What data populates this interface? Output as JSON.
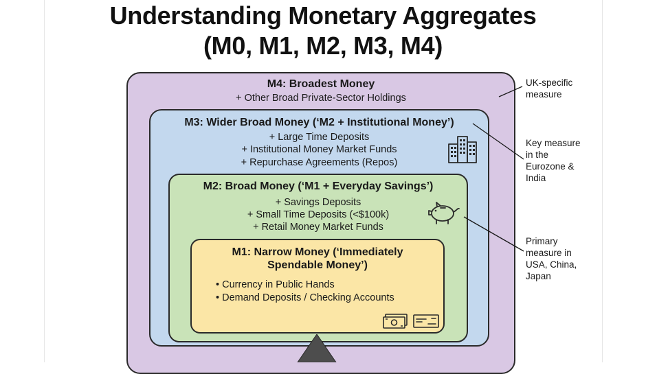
{
  "title": {
    "line1": "Understanding Monetary Aggregates",
    "line2": "(M0, M1, M2, M3, M4)"
  },
  "m4": {
    "heading": "M4: Broadest Money",
    "items": [
      "+ Other Broad Private-Sector Holdings"
    ]
  },
  "m3": {
    "heading": "M3: Wider Broad Money (‘M2 + Institutional Money’)",
    "items": [
      "+ Large Time Deposits",
      "+ Institutional Money Market Funds",
      "+ Repurchase Agreements (Repos)"
    ]
  },
  "m2": {
    "heading": "M2: Broad Money (‘M1 + Everyday Savings’)",
    "items": [
      "+ Savings Deposits",
      "+ Small Time Deposits (<$100k)",
      "+ Retail Money Market Funds"
    ]
  },
  "m1": {
    "heading_line1": "M1: Narrow Money (‘Immediately",
    "heading_line2": "Spendable Money’)",
    "items": [
      "• Currency in Public Hands",
      "• Demand Deposits / Checking Accounts"
    ]
  },
  "notes": {
    "uk": [
      "UK-specific",
      "measure"
    ],
    "eurozone": [
      "Key measure",
      "in the",
      "Eurozone &",
      "India"
    ],
    "usa": [
      "Primary",
      "measure in",
      "USA, China,",
      "Japan"
    ]
  },
  "colors": {
    "m4": "#d9c8e4",
    "m3": "#c3d8ee",
    "m2": "#c9e3b8",
    "m1": "#fbe6a6",
    "outline": "#2a2a2a",
    "apex": "#4d4d4d"
  },
  "icons": {
    "m3": "building-icon",
    "m2": "piggy-bank-icon",
    "m1": [
      "cash-icon",
      "check-icon"
    ]
  }
}
